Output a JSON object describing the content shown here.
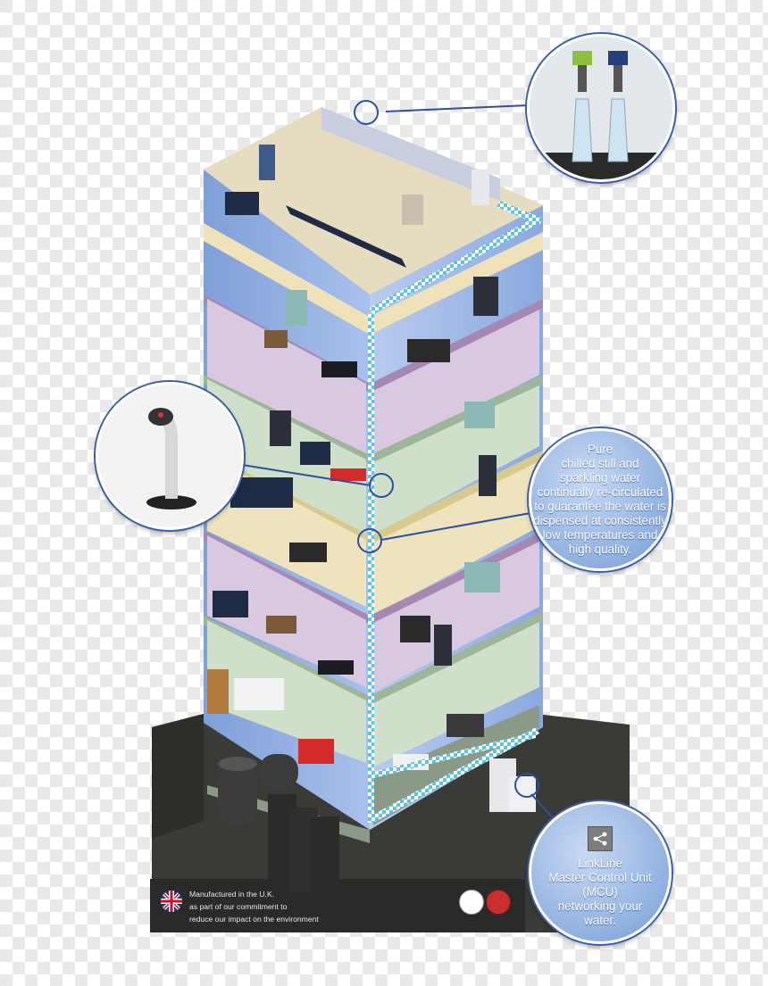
{
  "callouts": {
    "pure": {
      "lines": [
        "Pure",
        "chilled still and",
        "sparkling water",
        "continually re-circulated",
        "to guarantee the water is",
        "dispensed at consistently",
        "low temperatures and",
        "high quality."
      ]
    },
    "mcu": {
      "lines": [
        "LinkLine",
        "Master Control Unit",
        "(MCU)",
        "networking your",
        "water."
      ],
      "icon": "network-node-icon"
    }
  },
  "footer": {
    "lines": [
      "Manufactured in the U.K.",
      "as part of our commitment to",
      "reduce our impact on the environment"
    ]
  },
  "colors": {
    "pipe_blue": "#7fd0ea",
    "callout_fill": "#8fb0e0",
    "callout_ring": "#3a5ea8",
    "building_side": "#8eaee6",
    "basement_ground": "#3a3a37",
    "footer_bg": "#2a2a2a"
  },
  "icons": [
    "tap-dispenser-icon",
    "water-font-icon",
    "uk-flag-icon",
    "certification-badge-icon",
    "network-node-icon"
  ]
}
